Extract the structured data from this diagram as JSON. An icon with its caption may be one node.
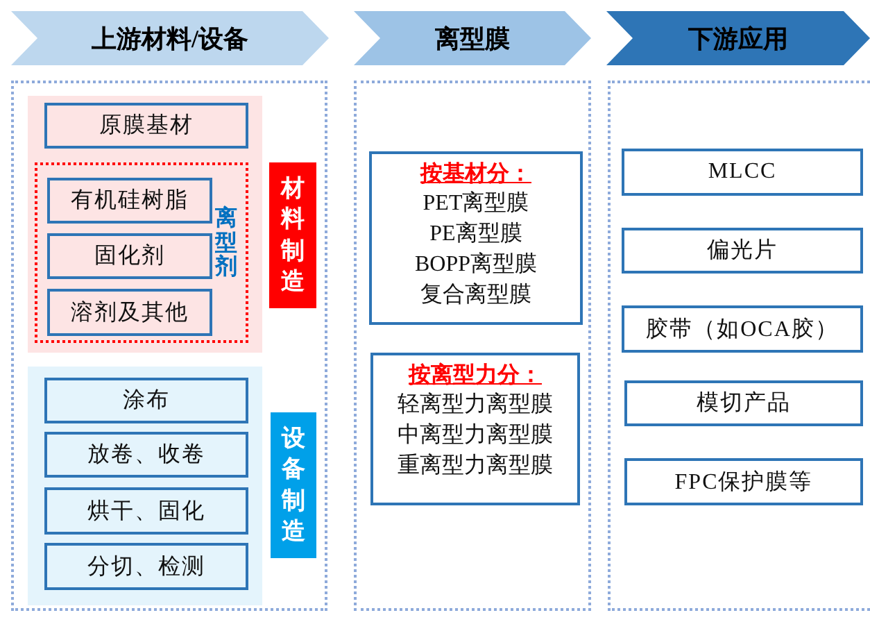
{
  "diagram": {
    "nodes": [
      {
        "text": [
          "上游材料/设备"
        ]
      },
      {
        "text": [
          "离型膜"
        ]
      },
      {
        "text": [
          "下游应用"
        ]
      },
      {
        "text": [],
        "shape": "box"
      },
      {
        "text": [],
        "shape": "box",
        "in": 3
      },
      {
        "text": [
          "原膜基材"
        ],
        "in": 4
      },
      {
        "text": [
          "离型剂"
        ],
        "in": 4
      },
      {
        "text": [
          "有机硅树脂"
        ],
        "in": 6
      },
      {
        "text": [
          "固化剂"
        ],
        "in": 6
      },
      {
        "text": [
          "溶剂及其他"
        ],
        "in": 6
      },
      {
        "text": [
          "材料制造"
        ],
        "in": 3
      },
      {
        "text": [],
        "shape": "box",
        "in": 3
      },
      {
        "text": [
          "涂布"
        ],
        "in": 11
      },
      {
        "text": [
          "放卷、收卷"
        ],
        "in": 11
      },
      {
        "text": [
          "烘干、固化"
        ],
        "in": 11
      },
      {
        "text": [
          "分切、检测"
        ],
        "in": 11
      },
      {
        "text": [
          "设备制造"
        ],
        "in": 3
      },
      {
        "text": [],
        "shape": "box"
      },
      {
        "text": [
          "按基材分：",
          "PET离型膜",
          "PE离型膜",
          "BOPP离型膜",
          "复合离型膜"
        ],
        "in": 17
      },
      {
        "text": [
          "按离型力分：",
          "轻离型力离型膜",
          "中离型力离型膜",
          "重离型力离型膜"
        ],
        "in": 17
      },
      {
        "text": [],
        "shape": "box"
      },
      {
        "text": [
          "MLCC"
        ],
        "in": 20
      },
      {
        "text": [
          "偏光片"
        ],
        "in": 20
      },
      {
        "text": [
          "胶带（如OCA胶）"
        ],
        "in": 20
      },
      {
        "text": [
          "模切产品"
        ],
        "in": 20
      },
      {
        "text": [
          "FPC保护膜等"
        ],
        "in": 20
      }
    ]
  }
}
